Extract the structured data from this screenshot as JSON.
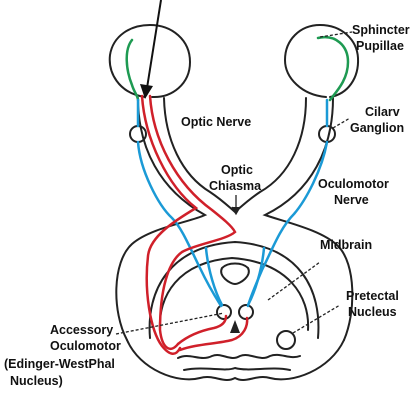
{
  "labels": {
    "sphincter_1": "Sphincter",
    "sphincter_2": "Pupillae",
    "ciliary_1": "Cilarv",
    "ciliary_2": "Ganglion",
    "optic_nerve": "Optic Nerve",
    "chiasma_1": "Optic",
    "chiasma_2": "Chiasma",
    "oculomotor_1": "Oculomotor",
    "oculomotor_2": "Nerve",
    "midbrain": "Midbrain",
    "pretectal_1": "Pretectal",
    "pretectal_2": "Nucleus",
    "accessory_1": "Accessory",
    "accessory_2": "Oculomotor",
    "accessory_3": "(Edinger-WestPhal",
    "accessory_4": "Nucleus)"
  },
  "colors": {
    "outline": "#222222",
    "afferent_red": "#d0202a",
    "efferent_blue": "#1b9ad6",
    "pupil_green": "#1e9a52"
  }
}
